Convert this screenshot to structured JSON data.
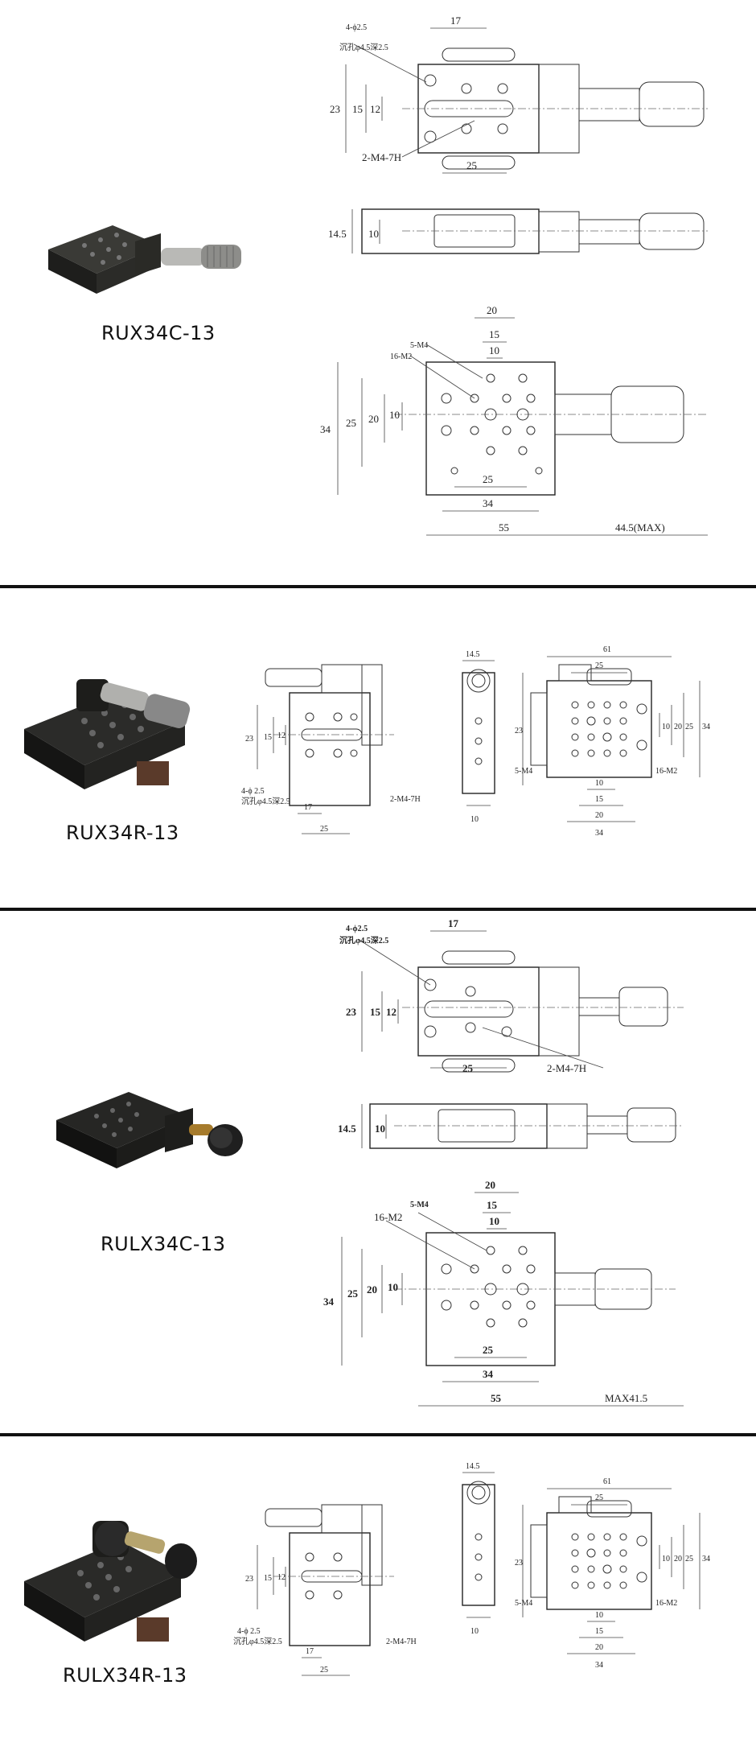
{
  "products": [
    {
      "model": "RUX34C-13"
    },
    {
      "model": "RUX34R-13"
    },
    {
      "model": "RULX34C-13"
    },
    {
      "model": "RULX34R-13"
    }
  ],
  "dims": {
    "d17": "17",
    "d23": "23",
    "d15": "15",
    "d12": "12",
    "d25": "25",
    "d14_5": "14.5",
    "d10": "10",
    "d20": "20",
    "d34": "34",
    "d55": "55",
    "d61": "61",
    "d44_5max": "44.5(MAX)",
    "max41_5": "MAX41.5",
    "hole4": "4-ϕ2.5",
    "hole4b": "4-ϕ 2.5",
    "counterbore": "沉孔φ4.5深2.5",
    "m4_7h": "2-M4-7H",
    "m4_5": "5-M4",
    "m2_16": "16-M2"
  },
  "colors": {
    "line": "#333333",
    "background": "#ffffff",
    "divider": "#111111"
  }
}
